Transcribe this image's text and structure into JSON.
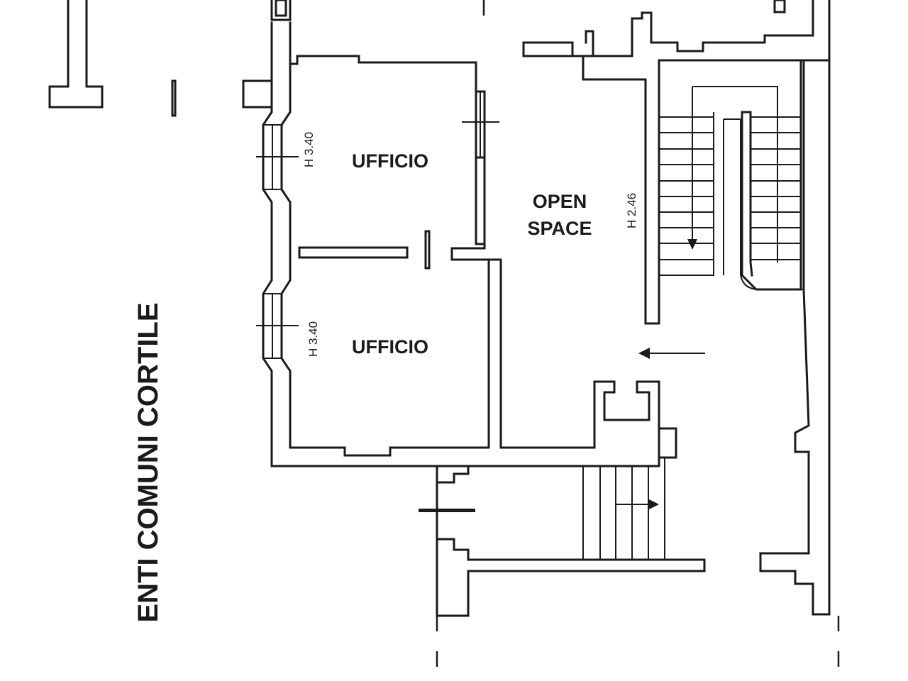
{
  "labels": {
    "room_office_upper": "UFFICIO",
    "room_office_lower": "UFFICIO",
    "open_space_line1": "OPEN",
    "open_space_line2": "SPACE",
    "height_office_upper": "H 3.40",
    "height_office_lower": "H 3.40",
    "height_open_space": "H 2.46",
    "courtyard": "ENTI COMUNI CORTILE"
  },
  "colors": {
    "line": "#1a1a1a",
    "background": "#ffffff"
  }
}
